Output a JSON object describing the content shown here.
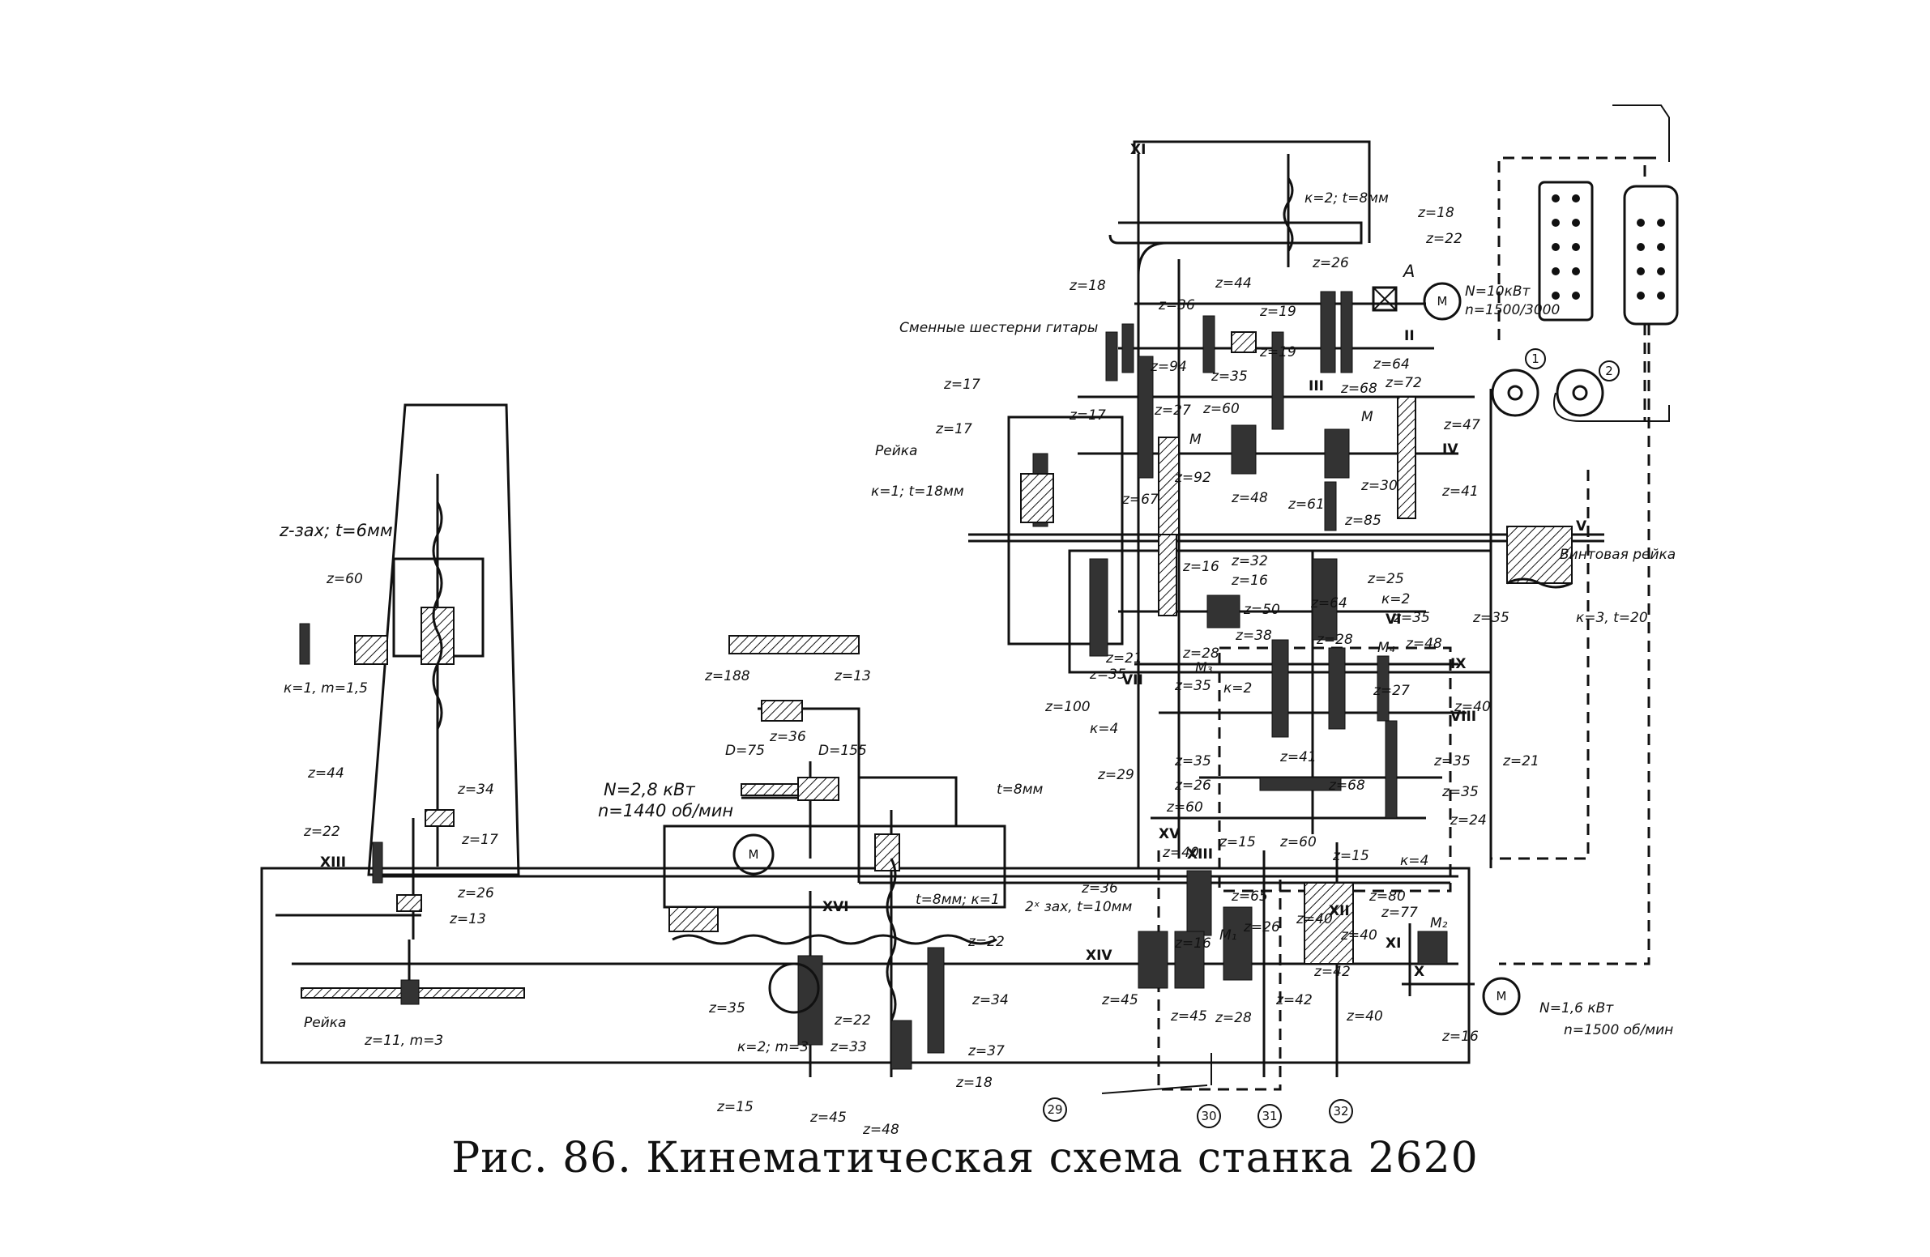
{
  "caption": "Рис. 86. Кинематическая схема станка 2620",
  "labels": {
    "pinion_k2t8": "к=2; t=8мм",
    "z18_top_right": "z=18",
    "z22_top_right": "z=22",
    "z26_top": "z=26",
    "z44_top": "z=44",
    "z18_left": "z=18",
    "z36_top": "z=36",
    "z19_top": "z=19",
    "A_clutch": "A",
    "motor_main_power": "N=10кВт",
    "motor_main_speed": "n=1500/3000",
    "guitar_gears": "Сменные шестерни гитары",
    "z94": "z=94",
    "z35_a": "z=35",
    "z19_b": "z=19",
    "z64_a": "z=64",
    "z68_a": "z=68",
    "z72": "z=72",
    "z17_a": "z=17",
    "z17_b": "z=17",
    "rack_left": "Рейка",
    "k1_t18": "к=1; t=18мм",
    "z17_c": "z=17",
    "z27": "z=27",
    "z60_a": "z=60",
    "M_a": "M",
    "M_b": "M",
    "z47": "z=47",
    "z92": "z=92",
    "z48_a": "z=48",
    "z61": "z=61",
    "z30_a": "z=30",
    "z67": "z=67",
    "z85": "z=85",
    "z41_a": "z=41",
    "screw_rack": "Винтовая рейка",
    "k3_t20": "к=3, t=20",
    "z16_a": "z=16",
    "z32": "z=32",
    "z16_b": "z=16",
    "z25": "z=25",
    "k2_a": "к=2",
    "z35_b": "z=35",
    "z50": "z=50",
    "z64_b": "z=64",
    "z35_c": "z=35",
    "z21_a": "z=21",
    "z35_d": "z=35",
    "z28_a": "z=28",
    "z38": "z=38",
    "z28_b": "z=28",
    "M4": "M₄",
    "z48_b": "z=48",
    "M3": "M₃",
    "z27_b": "z=27",
    "z40_a": "z=40",
    "z100": "z=100",
    "z35_e": "z=35",
    "k2_b": "к=2",
    "k4_a": "к=4",
    "z35_f": "z=35",
    "z35_g": "z=35",
    "z21_b": "z=21",
    "z29": "z=29",
    "z41_b": "z=41",
    "z26_b": "z=26",
    "z68_b": "z=68",
    "z35_h": "z=35",
    "z60_b": "z=60",
    "z24": "z=24",
    "z40_b": "z=40",
    "z15_a": "z=15",
    "z60_c": "z=60",
    "z15_b": "z=15",
    "k4_b": "к=4",
    "z36_b": "z=36",
    "z65": "z=65",
    "z80": "z=80",
    "z77": "z=77",
    "M2": "M₂",
    "t10": "2ˣ зах, t=10мм",
    "z16_c": "z=16",
    "z40_c": "z=40",
    "z40_d": "z=40",
    "M1": "M₁",
    "z26_c": "z=26",
    "z45_a": "z=45",
    "z45_b": "z=45",
    "z28_c": "z=28",
    "z42_a": "z=42",
    "z42_b": "z=42",
    "z40_e": "z=40",
    "z16_d": "z=16",
    "motor_feed_power": "N=1,6 кВт",
    "motor_feed_speed": "n=1500 об/мин",
    "z2_screw": "z-зах; t=6мм",
    "z60_d": "z=60",
    "k1_m15": "к=1, m=1,5",
    "z44_b": "z=44",
    "z34_a": "z=34",
    "z22_b": "z=22",
    "z17_d": "z=17",
    "z26_d": "z=26",
    "z13_a": "z=13",
    "rack_bottom": "Рейка",
    "z11_m3": "z=11, m=3",
    "z188": "z=188",
    "z13_b": "z=13",
    "z36_c": "z=36",
    "D75": "D=75",
    "D155": "D=155",
    "motor_rapid_power": "N=2,8 кВт",
    "motor_rapid_speed": "n=1440 об/мин",
    "t8_a": "t=8мм",
    "t8_k1": "t=8мм; к=1",
    "z22_c": "z=22",
    "z34_b": "z=34",
    "z35_i": "z=35",
    "k2_m3": "к=2; m=3",
    "z33": "z=33",
    "z22_d": "z=22",
    "z37": "z=37",
    "z15_c": "z=15",
    "z45_c": "z=45",
    "z48_c": "z=48",
    "z18_b": "z=18",
    "motor_symbol": "М"
  },
  "shafts": [
    "XI",
    "II",
    "III",
    "IV",
    "V",
    "VI",
    "VII",
    "VIII",
    "IX",
    "X",
    "XI",
    "XII",
    "XIII",
    "XIV",
    "XV",
    "XVI",
    "XIII"
  ],
  "control_numbers": [
    "1",
    "2",
    "29",
    "30",
    "31",
    "32"
  ],
  "colors": {
    "ink": "#111111",
    "paper": "#ffffff"
  }
}
